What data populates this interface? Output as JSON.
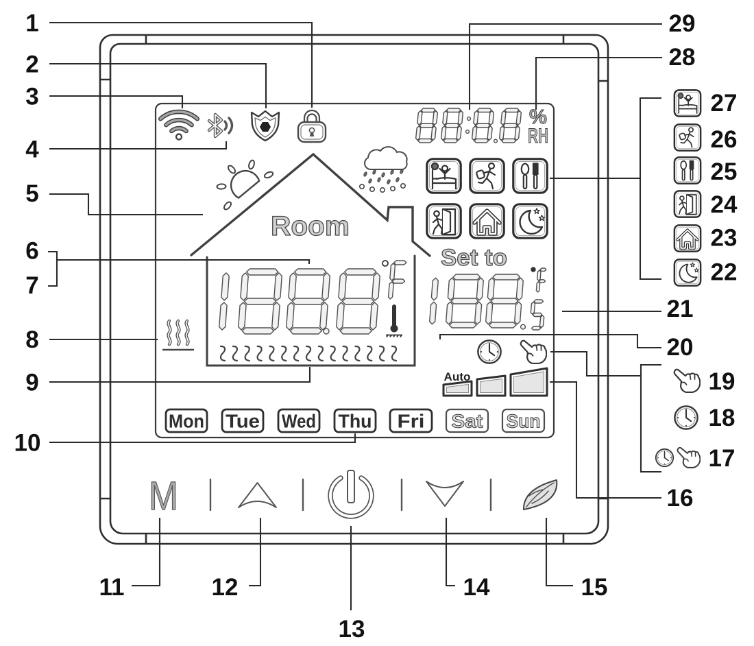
{
  "callouts": [
    {
      "n": "1",
      "points_to": "lock-icon"
    },
    {
      "n": "2",
      "points_to": "shield-icon"
    },
    {
      "n": "3",
      "points_to": "wifi-icon"
    },
    {
      "n": "4",
      "points_to": "bluetooth-icon"
    },
    {
      "n": "5",
      "points_to": "sun-icon"
    },
    {
      "n": "6",
      "points_to": "room-temperature-display"
    },
    {
      "n": "7",
      "points_to": "room-temperature-display"
    },
    {
      "n": "8",
      "points_to": "heating-icon"
    },
    {
      "n": "9",
      "points_to": "floor-heating-indicator"
    },
    {
      "n": "10",
      "points_to": "weekday-indicators"
    },
    {
      "n": "11",
      "points_to": "mode-button"
    },
    {
      "n": "12",
      "points_to": "up-button"
    },
    {
      "n": "13",
      "points_to": "power-button"
    },
    {
      "n": "14",
      "points_to": "down-button"
    },
    {
      "n": "15",
      "points_to": "eco-button"
    },
    {
      "n": "16",
      "points_to": "fan-speed-icons"
    },
    {
      "n": "17",
      "points_to": "clock-hand-icon"
    },
    {
      "n": "18",
      "points_to": "clock-icon"
    },
    {
      "n": "19",
      "points_to": "hand-icon"
    },
    {
      "n": "20",
      "points_to": "set-temperature-divider"
    },
    {
      "n": "21",
      "points_to": "set-temperature-display"
    },
    {
      "n": "22",
      "points_to": "sleep-icon"
    },
    {
      "n": "23",
      "points_to": "home-icon"
    },
    {
      "n": "24",
      "points_to": "return-icon"
    },
    {
      "n": "25",
      "points_to": "meal-icon"
    },
    {
      "n": "26",
      "points_to": "leave-icon"
    },
    {
      "n": "27",
      "points_to": "wake-up-icon"
    },
    {
      "n": "28",
      "points_to": "humidity-unit"
    },
    {
      "n": "29",
      "points_to": "clock-display"
    }
  ],
  "lcd": {
    "status_icons": [
      "wifi-icon",
      "bluetooth-icon",
      "shield-icon",
      "lock-icon"
    ],
    "weather_icons": [
      "sun-icon",
      "cloud-rain-icon"
    ],
    "clock_humidity": {
      "value": "88:8.8",
      "unit_top": "%",
      "unit_bottom": "RH"
    },
    "room": {
      "label": "Room",
      "value": "188.8",
      "unit": "°F"
    },
    "set": {
      "label": "Set to",
      "value": "188.5",
      "unit": "°F"
    },
    "heating_icon": "heating-icon",
    "thermometer_icon": "thermometer-icon",
    "floor_heating_waves": 15,
    "mode_icons": [
      "wake-up-icon",
      "leave-icon",
      "meal-icon",
      "return-icon",
      "home-icon",
      "sleep-icon"
    ],
    "program_icons": [
      "clock-icon",
      "hand-icon"
    ],
    "fan": {
      "label": "Auto",
      "icons": [
        "fan-speed-low-icon",
        "fan-speed-medium-icon",
        "fan-speed-high-icon"
      ]
    },
    "days": [
      "Mon",
      "Tue",
      "Wed",
      "Thu",
      "Fri",
      "Sat",
      "Sun"
    ]
  },
  "keys": [
    {
      "name": "mode-button",
      "label": "M"
    },
    {
      "name": "up-button",
      "icon": "chevron-up-icon"
    },
    {
      "name": "power-button",
      "icon": "power-icon"
    },
    {
      "name": "down-button",
      "icon": "chevron-down-icon"
    },
    {
      "name": "eco-button",
      "icon": "leaf-icon"
    }
  ],
  "legend": {
    "modes": [
      {
        "n": "27",
        "icon": "wake-up-icon"
      },
      {
        "n": "26",
        "icon": "leave-icon"
      },
      {
        "n": "25",
        "icon": "meal-icon"
      },
      {
        "n": "24",
        "icon": "return-icon"
      },
      {
        "n": "23",
        "icon": "home-icon"
      },
      {
        "n": "22",
        "icon": "sleep-icon"
      }
    ],
    "program": [
      {
        "n": "19",
        "icon": "hand-icon"
      },
      {
        "n": "18",
        "icon": "clock-icon"
      },
      {
        "n": "17",
        "icon": "clock-hand-icon"
      }
    ]
  },
  "colors": {
    "line": "#2a2a2a",
    "label_text": "#111111",
    "lcd_segment_fill": "#f2f2f2",
    "lcd_segment_outline": "#505050",
    "lcd_text_fill": "#cfcfcf",
    "key_gray": "#a8a8a8"
  }
}
